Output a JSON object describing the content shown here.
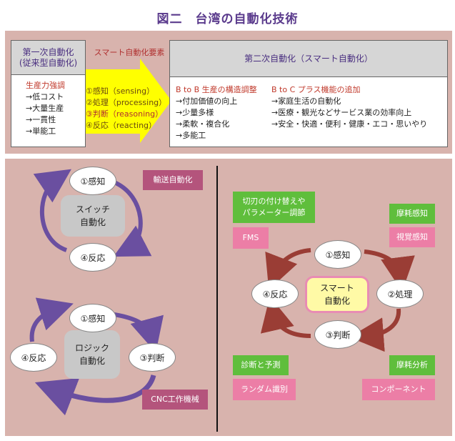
{
  "title": "図二　台湾の自動化技術",
  "first_gen": {
    "header_line1": "第一次自動化",
    "header_line2": "(従来型自動化)",
    "body_heading": "生産力強調",
    "items": [
      "→低コスト",
      "→大量生産",
      "→一貫性",
      "→単能工"
    ]
  },
  "smart_label": "スマート自動化要素",
  "arrow_items": [
    "①感知（sensing）",
    "②処理（processing）",
    "③判断（reasoning）",
    "④反応（reacting）"
  ],
  "second_gen": {
    "header": "第二次自動化（スマート自動化）",
    "btob_heading": "B to B 生産の構造調整",
    "btob_items": [
      "→付加価値の向上",
      "→少量多様",
      "→柔軟・複合化",
      "→多能工"
    ],
    "btoc_heading": "B to C プラス機能の追加",
    "btoc_items": [
      "→家庭生活の自動化",
      "→医療・観光などサービス業の効率向上",
      "→安全・快適・便利・健康・エコ・思いやり"
    ]
  },
  "switch_cycle": {
    "center": "スイッチ\n自動化",
    "top": "①感知",
    "bottom": "④反応",
    "tag": "輸送自動化"
  },
  "logic_cycle": {
    "center": "ロジック\n自動化",
    "top": "①感知",
    "left": "④反応",
    "right": "③判断",
    "tag": "CNC工作機械"
  },
  "smart_cycle": {
    "center": "スマート\n自動化",
    "top": "①感知",
    "right": "②処理",
    "bottom": "③判断",
    "left": "④反応"
  },
  "smart_tags": {
    "blade": "切刃の付け替えや\nパラメーター調節",
    "fms": "FMS",
    "wear_sense": "摩耗感知",
    "vision": "視覚感知",
    "diagnosis": "診断と予測",
    "random": "ランダム識別",
    "wear_analysis": "摩耗分析",
    "component": "コンポーネント"
  },
  "colors": {
    "panel": "#d8b3ad",
    "yellow_arrow": "#ffff00",
    "purple_arrow": "#6a4fa0",
    "red_arrow": "#9a3d35",
    "tag_purple": "#b4547c",
    "tag_green": "#5fbe3c",
    "tag_pink": "#ec7ea6",
    "title": "#5a3a8c"
  }
}
